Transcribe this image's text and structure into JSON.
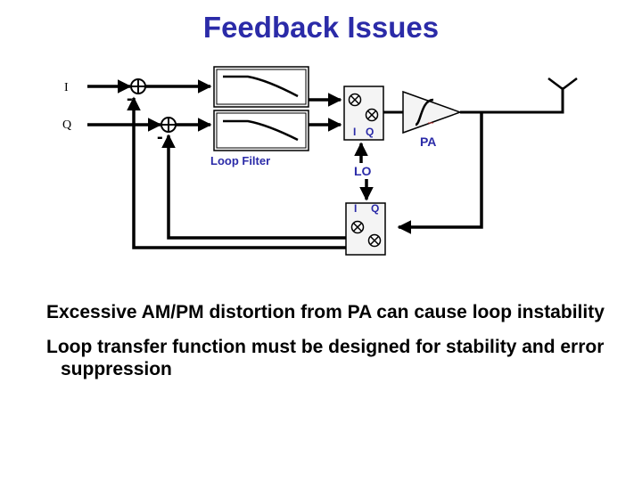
{
  "title": "Feedback Issues",
  "diagram": {
    "input_i": "I",
    "input_q": "Q",
    "sum_minus": "-",
    "loop_filter_label": "Loop Filter",
    "mod_i": "I",
    "mod_q": "Q",
    "pa_label": "PA",
    "lo_label": "LO",
    "demod_i": "I",
    "demod_q": "Q",
    "accent_color": "#2b2ba8"
  },
  "bullets": [
    "Excessive AM/PM distortion from PA can cause loop instability",
    "Loop transfer function must be designed for stability and error suppression"
  ]
}
